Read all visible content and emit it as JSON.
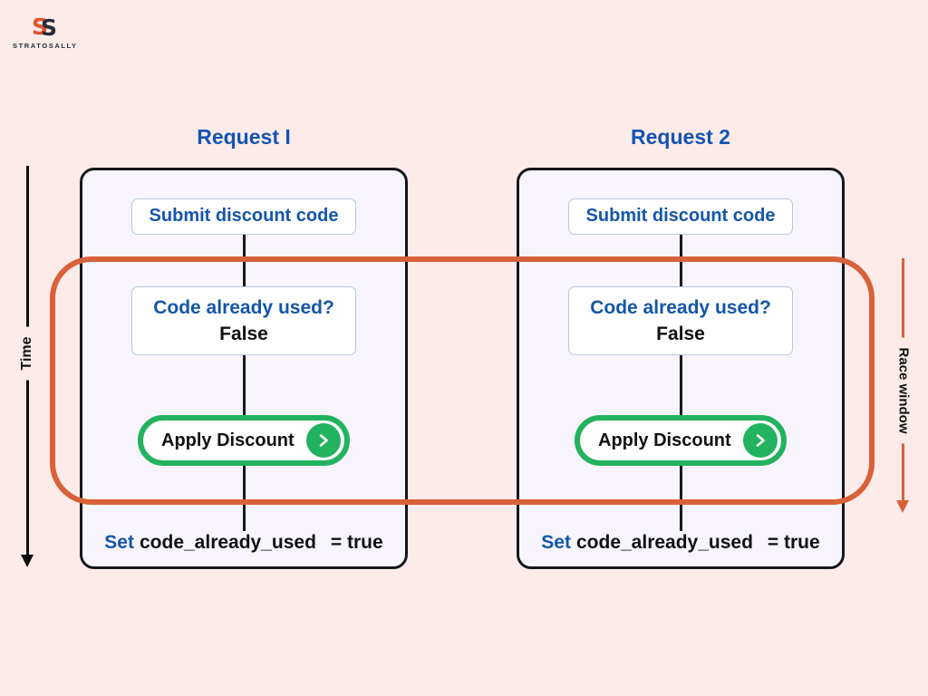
{
  "colors": {
    "background": "#fcebe8",
    "panel_fill": "#f7f5fb",
    "panel_border": "#15171c",
    "blue_text": "#1456a8",
    "title_blue": "#1553b4",
    "green_accent": "#23b25f",
    "orange_accent": "#d8613a",
    "black_text": "#101114"
  },
  "logo": {
    "brand": "STRATOSALLY",
    "monogram": "SS"
  },
  "axes": {
    "time_label": "Time",
    "race_window_label": "Race window"
  },
  "icons": {
    "apply_chevron": "chevron-right",
    "time_arrow": "arrow-down",
    "race_arrow": "arrow-down"
  },
  "panels": [
    {
      "title": "Request I",
      "submit_label": "Submit discount code",
      "check_question": "Code already used?",
      "check_value": "False",
      "apply_label": "Apply Discount",
      "set_prefix": "Set",
      "set_var": "code_already_used",
      "set_eq": "= true"
    },
    {
      "title": "Request 2",
      "submit_label": "Submit discount code",
      "check_question": "Code already used?",
      "check_value": "False",
      "apply_label": "Apply Discount",
      "set_prefix": "Set",
      "set_var": "code_already_used",
      "set_eq": "= true"
    }
  ]
}
